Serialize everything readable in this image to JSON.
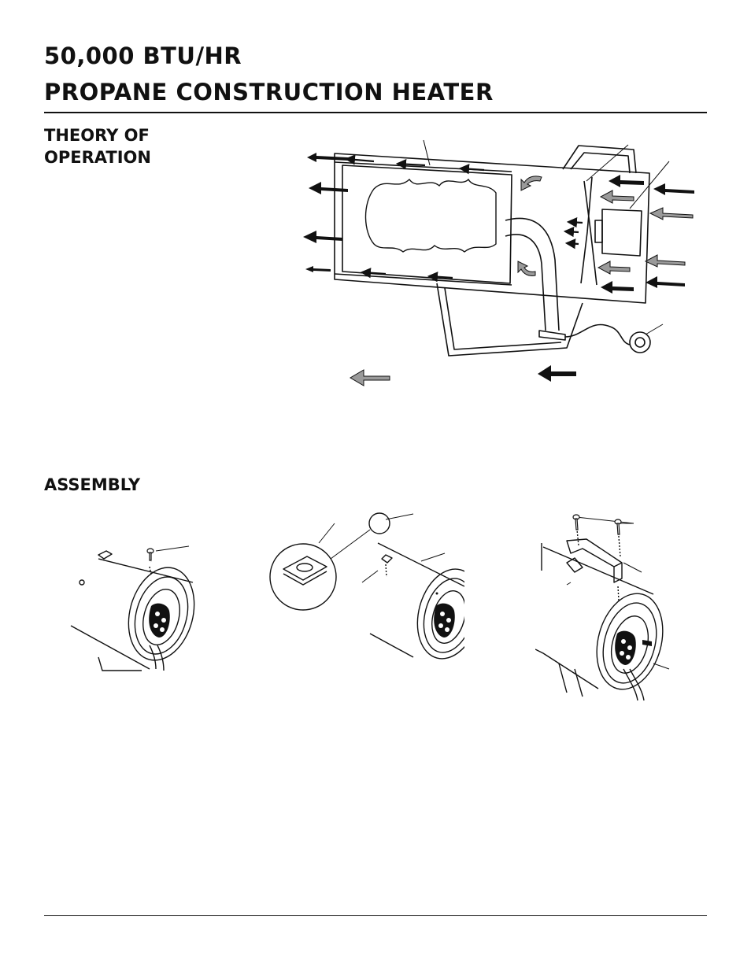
{
  "header": {
    "title_line1": "50,000 BTU/HR",
    "title_line2": "PROPANE CONSTRUCTION HEATER"
  },
  "sections": {
    "theory": {
      "heading": "THEORY OF OPERATION"
    },
    "assembly": {
      "heading": "ASSEMBLY"
    }
  },
  "colors": {
    "ink": "#111111",
    "arrow_dark": "#111111",
    "arrow_gray": "#9a9a9a",
    "paper": "#ffffff"
  },
  "icons": {
    "flame": "flame-icon",
    "fan": "fan-icon",
    "motor": "motor-icon",
    "regulator": "regulator-icon",
    "screw": "screw-icon"
  }
}
